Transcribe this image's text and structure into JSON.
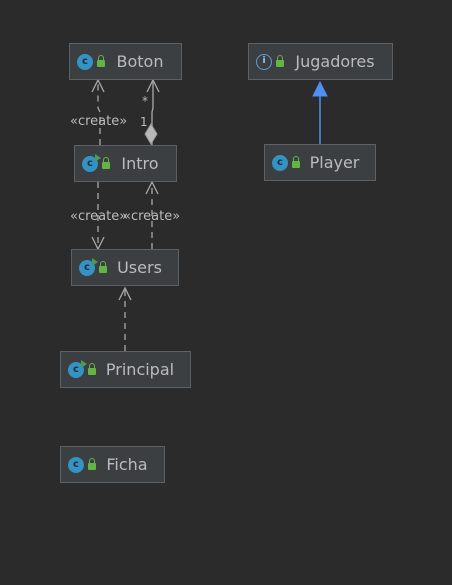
{
  "colors": {
    "background": "#2b2b2b",
    "node_fill": "#3c3f41",
    "node_border": "#5e6163",
    "text": "#bbbbbb",
    "class_icon": "#3592c4",
    "interface_icon": "#5e9bd1",
    "lock_green": "#62b543",
    "edge_gray": "#a9a9a9",
    "generalization_blue": "#4f8ff0"
  },
  "nodes": {
    "boton": {
      "label": "Boton",
      "icon": "class-icon",
      "icon_glyph": "c"
    },
    "jugadores": {
      "label": "Jugadores",
      "icon": "interface-icon",
      "icon_glyph": "i"
    },
    "intro": {
      "label": "Intro",
      "icon": "class-run-icon",
      "icon_glyph": "c"
    },
    "player": {
      "label": "Player",
      "icon": "class-icon",
      "icon_glyph": "c"
    },
    "users": {
      "label": "Users",
      "icon": "class-run-icon",
      "icon_glyph": "c"
    },
    "principal": {
      "label": "Principal",
      "icon": "class-run-icon",
      "icon_glyph": "c"
    },
    "ficha": {
      "label": "Ficha",
      "icon": "class-icon",
      "icon_glyph": "c"
    }
  },
  "edges": {
    "intro_creates_boton": {
      "label": "«create»"
    },
    "intro_boton_aggregation": {
      "source_multiplicity": "1",
      "target_multiplicity": "*"
    },
    "intro_creates_users": {
      "label": "«create»"
    },
    "users_creates_intro": {
      "label": "«create»"
    }
  }
}
